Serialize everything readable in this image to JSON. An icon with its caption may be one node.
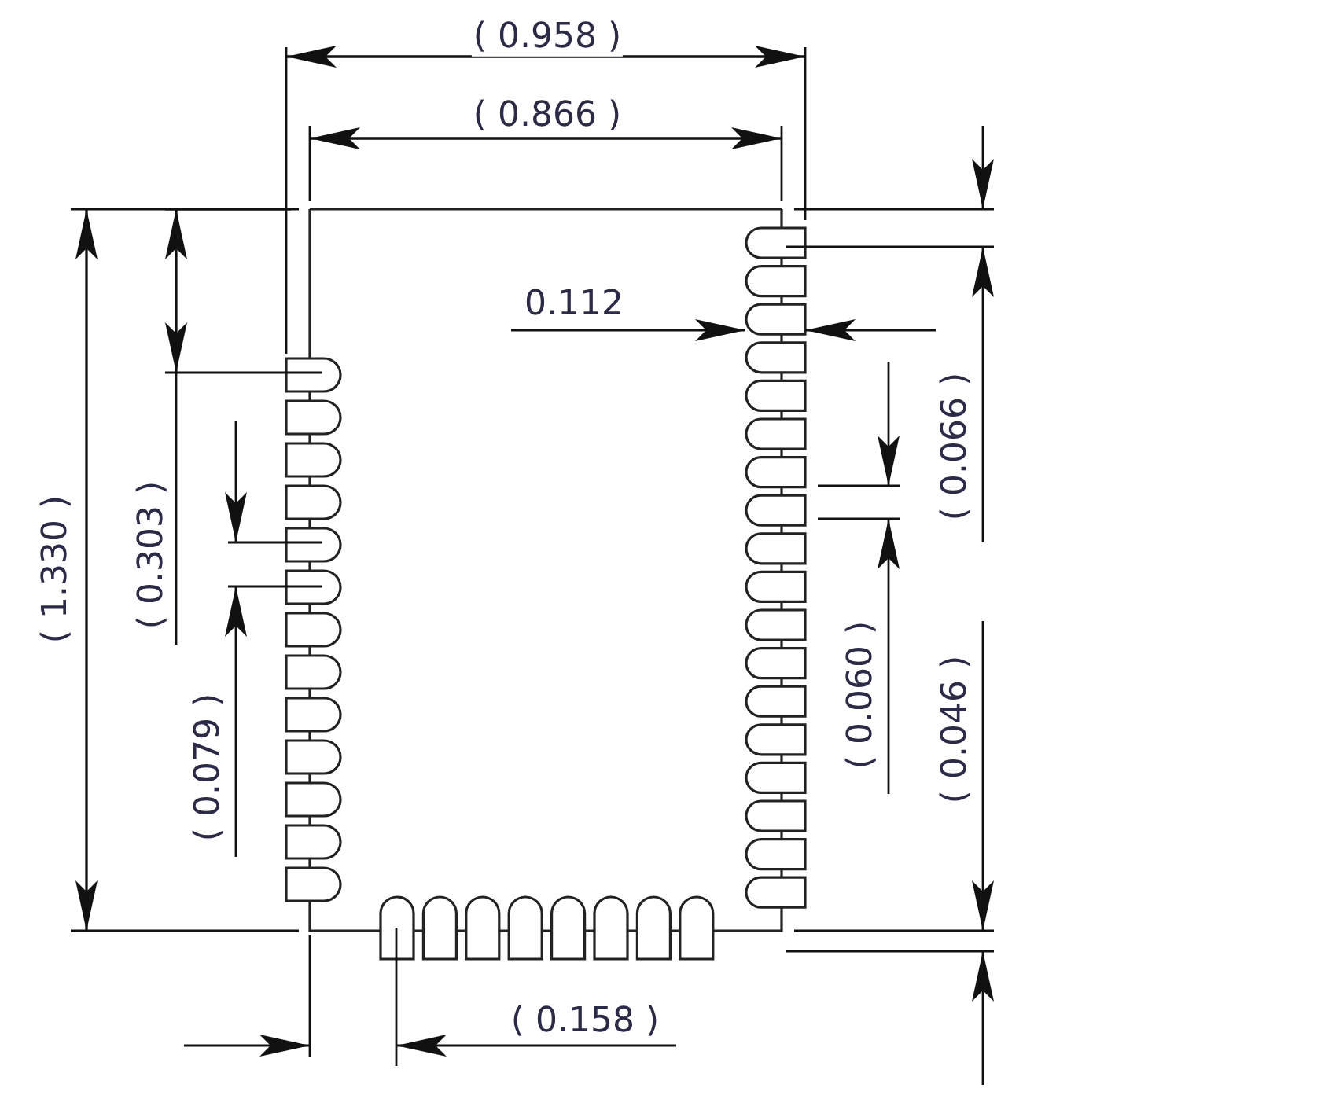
{
  "diagram": {
    "labels": [
      "( 0.958 )",
      "( 0.866 )",
      "0.112",
      "( 1.330 )",
      "( 0.303 )",
      "( 0.066 )",
      "( 0.079 )",
      "( 0.060 )",
      "( 0.046 )",
      "( 0.158 )"
    ]
  }
}
